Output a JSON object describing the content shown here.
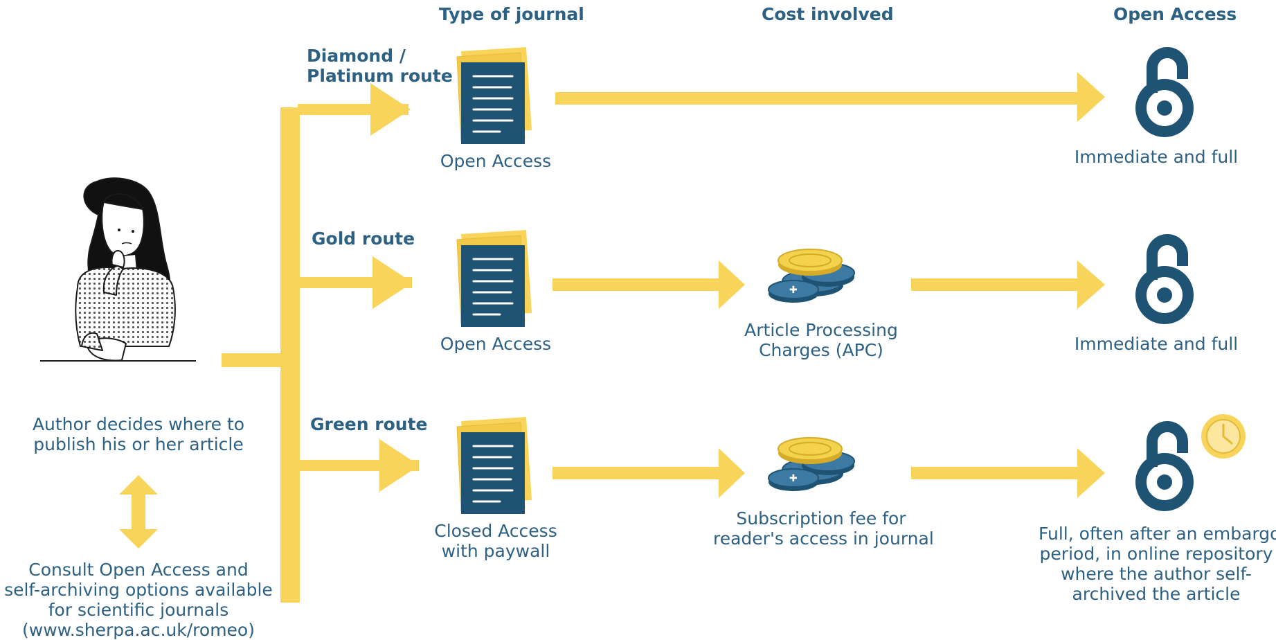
{
  "headers": {
    "journal_type": "Type of journal",
    "cost": "Cost involved",
    "open_access": "Open Access"
  },
  "author": {
    "caption_line1": "Author decides where to",
    "caption_line2": "publish his or her article",
    "consult_line1": "Consult Open Access and",
    "consult_line2": "self-archiving options available",
    "consult_line3": "for scientific journals",
    "consult_line4": "(www.sherpa.ac.uk/romeo)"
  },
  "routes": [
    {
      "name_line1": "Diamond /",
      "name_line2": "Platinum route",
      "journal_line1": "Open Access",
      "journal_line2": "",
      "cost_line1": "",
      "cost_line2": "",
      "access_lines": [
        "Immediate and full"
      ],
      "clock": false
    },
    {
      "name_line1": "Gold route",
      "name_line2": "",
      "journal_line1": "Open Access",
      "journal_line2": "",
      "cost_line1": "Article Processing",
      "cost_line2": "Charges (APC)",
      "access_lines": [
        "Immediate and full"
      ],
      "clock": false
    },
    {
      "name_line1": "Green route",
      "name_line2": "",
      "journal_line1": "Closed Access",
      "journal_line2": "with paywall",
      "cost_line1": "Subscription fee for",
      "cost_line2": "reader's access in journal",
      "access_lines": [
        "Full, often after an embargo",
        "period, in online repository",
        "where the author self-",
        "archived the article"
      ],
      "clock": true
    }
  ],
  "colors": {
    "yellow": "#f9d45a",
    "blue": "#2d6183",
    "dark_blue": "#1f5373",
    "coin_gold": "#f3d24c",
    "outline": "#1a1a1a"
  },
  "icons": {
    "journal": "journal-document-icon",
    "coins": "coins-icon",
    "open_access": "open-access-lock-icon",
    "clock": "clock-icon",
    "author": "author-illustration"
  }
}
